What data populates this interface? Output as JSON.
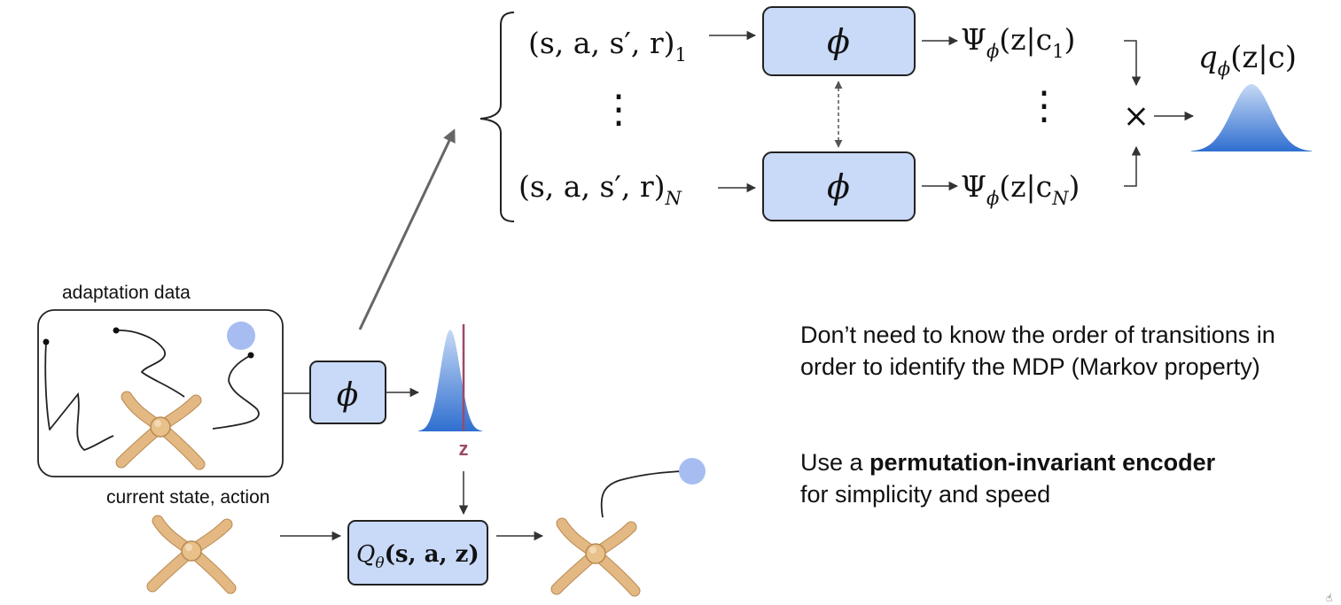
{
  "labels": {
    "adaptation_data": "adaptation data",
    "current_state_action": "current state, action",
    "z": "z",
    "phi": "ϕ",
    "phi_sub": "ϕ",
    "q_theta": "Q",
    "q_theta_sub": "θ",
    "q_theta_args": "(s, a, z)",
    "times": "×"
  },
  "transitions": {
    "first": {
      "tuple": "(s, a, s′, r)",
      "subscript": "1"
    },
    "last": {
      "tuple": "(s, a, s′, r)",
      "subscript": "N"
    },
    "ellipsis": "⋮"
  },
  "factors": {
    "first": {
      "psi": "Ψ",
      "arg": "(z|c",
      "sub": "1",
      "close": ")"
    },
    "last": {
      "psi": "Ψ",
      "arg": "(z|c",
      "sub": "N",
      "close": ")"
    }
  },
  "posterior": {
    "q": "q",
    "arg": "(z|c)"
  },
  "notes": {
    "note1": "Don’t need to know the order of transitions in order to identify the MDP (Markov property)",
    "note2_prefix": "Use a ",
    "note2_bold": "permutation-invariant encoder",
    "note2_suffix": "for simplicity and speed"
  },
  "colors": {
    "box_fill": "#c9daf8",
    "gaussian_top": "#c6d9f5",
    "gaussian_bottom": "#2f6fd0",
    "goal": "#a7bdf2",
    "z_line": "#9b4a6a",
    "ant_body": "#e3b882"
  },
  "icons": [
    "ant-icon",
    "goal-dot-icon",
    "gaussian-icon",
    "bracket-icon"
  ]
}
